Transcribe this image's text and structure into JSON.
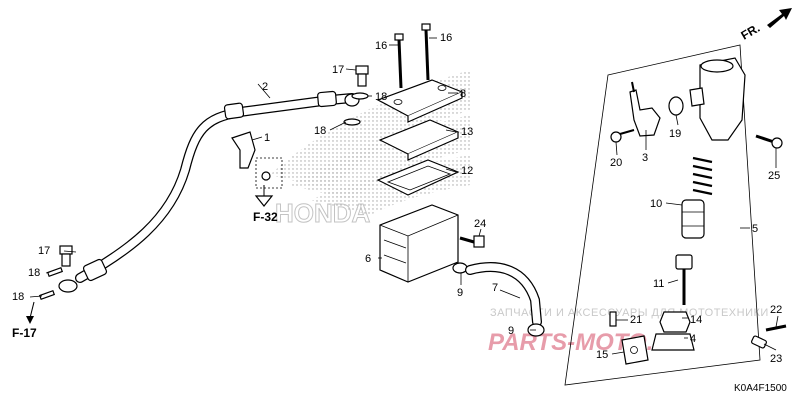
{
  "diagram": {
    "code": "K0A4F1500",
    "direction_label": "FR.",
    "refs": [
      "F-32",
      "F-17"
    ],
    "watermark_text": "ЗАПЧАСТИ И АКСЕССУАРЫ ДЛЯ МОТОТЕХНИКИ",
    "watermark_brand": "PARTS-MOTO.RU",
    "callouts": {
      "c1": "1",
      "c2": "2",
      "c3": "3",
      "c4": "4",
      "c5": "5",
      "c6": "6",
      "c7": "7",
      "c8": "8",
      "c9a": "9",
      "c9b": "9",
      "c10": "10",
      "c11": "11",
      "c12": "12",
      "c13": "13",
      "c14": "14",
      "c15": "15",
      "c16a": "16",
      "c16b": "16",
      "c17a": "17",
      "c17b": "17",
      "c18a": "18",
      "c18b": "18",
      "c18c": "18",
      "c18d": "18",
      "c19": "19",
      "c20": "20",
      "c21": "21",
      "c22": "22",
      "c23": "23",
      "c24": "24",
      "c25": "25"
    }
  }
}
